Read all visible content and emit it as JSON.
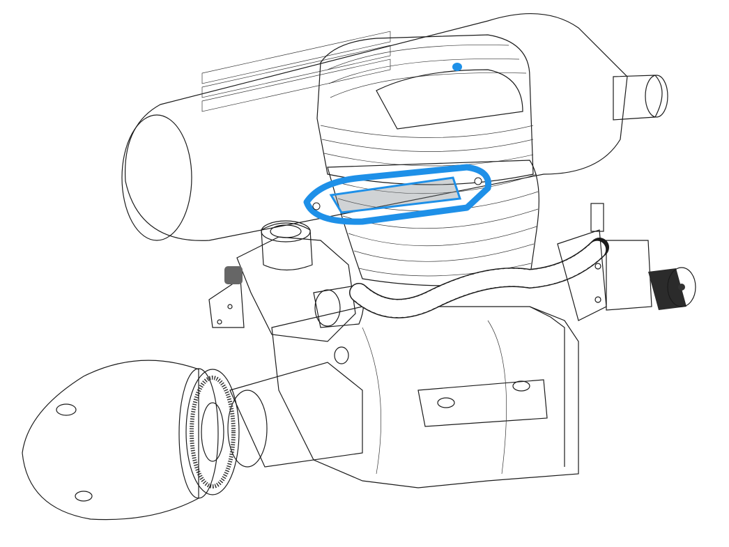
{
  "model": {
    "colors": {
      "background": "#ffffff",
      "muffler": "#c4ccd1",
      "muffler_shade": "#9aa4aa",
      "cylinder_head": "#cfd5d8",
      "highlight": "#1e90e8",
      "outline": "#1a1a1a",
      "body": "#ffffff"
    },
    "parts": [
      "muffler",
      "cylinder-head",
      "gasket",
      "crankcase",
      "carburetor",
      "spinner",
      "glow-plug-lead",
      "fuel-line"
    ],
    "selected_part": "gasket"
  }
}
